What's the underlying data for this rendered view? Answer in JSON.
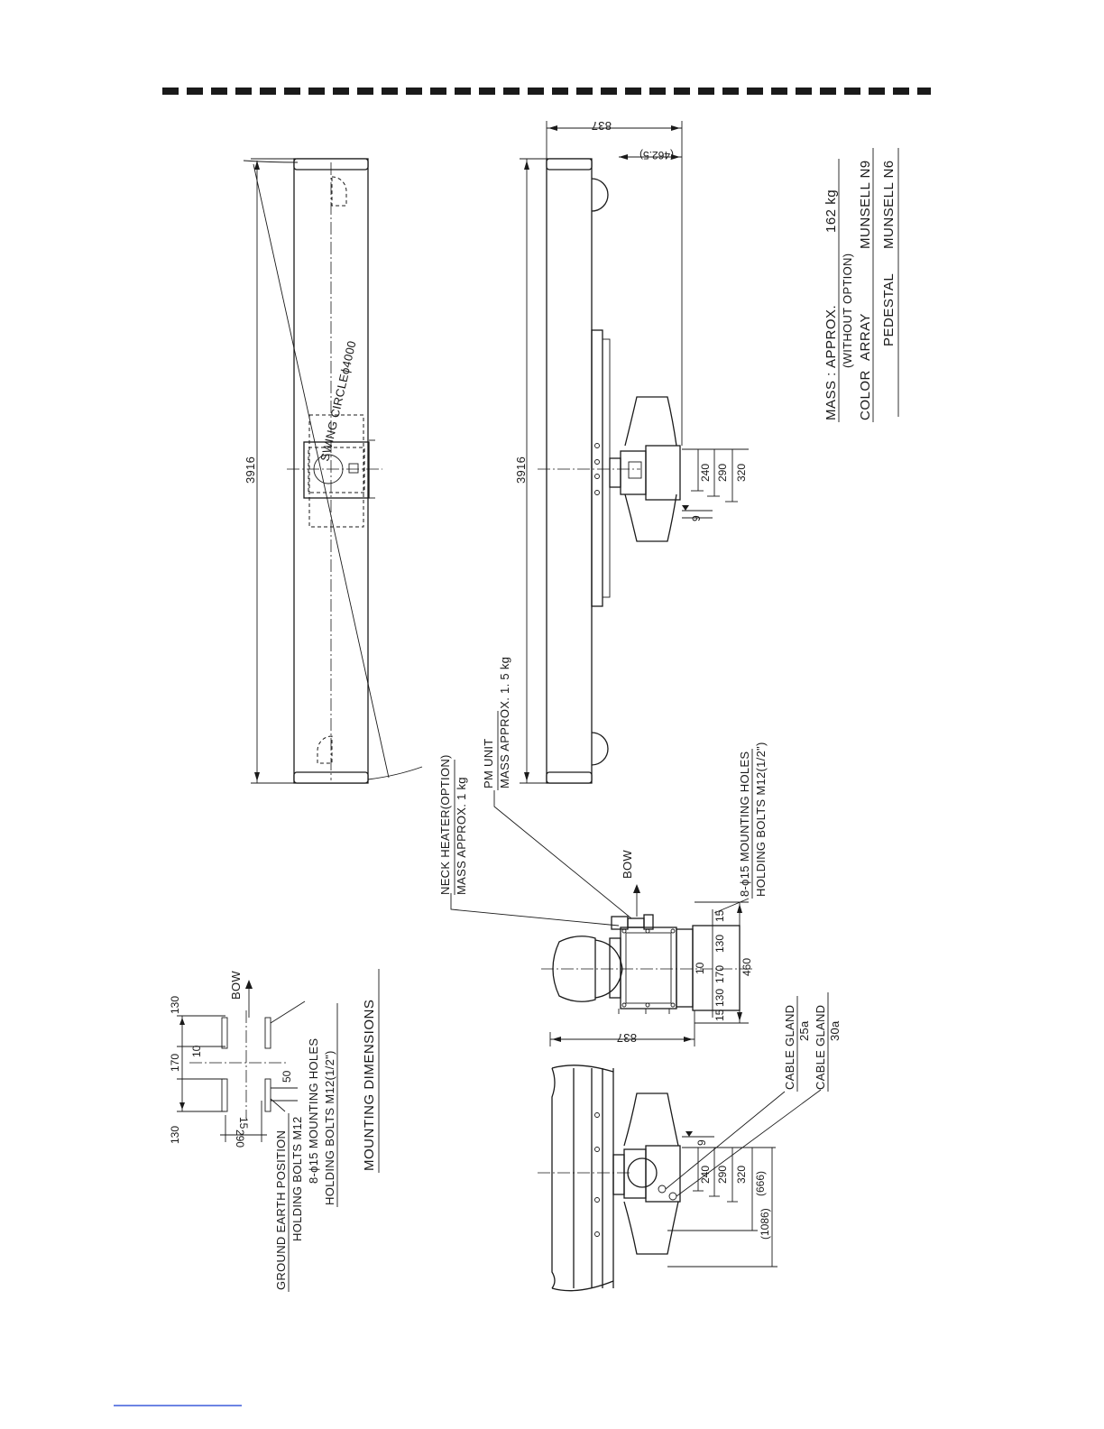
{
  "colors": {
    "ink": "#1a1a1a",
    "paper": "#ffffff",
    "footer_rule": "#3b5bdb"
  },
  "top_view": {
    "length": "3916",
    "swing_circle": "SWING CIRCLEϕ4000"
  },
  "side_view": {
    "length": "3916",
    "height": "837",
    "offset": "(462.5)",
    "dim_240": "240",
    "dim_290": "290",
    "dim_320": "320",
    "dim_9": "9"
  },
  "mass_notes": {
    "mass_label": "MASS :",
    "mass_text": "APPROX.",
    "mass_value": "162  kg",
    "without_option": "(WITHOUT OPTION)",
    "color_label": "COLOR",
    "array": "ARRAY",
    "array_color": "MUNSELL N9",
    "pedestal": "PEDESTAL",
    "pedestal_color": "MUNSELL N6"
  },
  "front_view": {
    "neck_heater": "NECK HEATER(OPTION)",
    "neck_heater_mass": "MASS APPROX. 1 kg",
    "pm_unit": "PM UNIT",
    "pm_unit_mass": "MASS APPROX. 1. 5 kg",
    "bow": "BOW",
    "mounting_holes": "8-ϕ15 MOUNTING HOLES",
    "holding_bolts": "HOLDING BOLTS M12(1/2\")",
    "dim_15a": "15",
    "dim_130a": "130",
    "dim_170": "170",
    "dim_10": "10",
    "dim_130b": "130",
    "dim_15b": "15",
    "dim_460": "460",
    "height": "837"
  },
  "mounting": {
    "bow": "BOW",
    "dim_130a": "130",
    "dim_170": "170",
    "dim_10": "10",
    "dim_130b": "130",
    "dim_50": "50",
    "dim_15": "15",
    "dim_290": "290",
    "ground_earth": "GROUND EARTH POSITION",
    "earth_bolts": "HOLDING BOLTS M12",
    "mounting_holes": "8-ϕ15 MOUNTING HOLES",
    "holding_bolts": "HOLDING BOLTS M12(1/2\")",
    "title": "MOUNTING DIMENSIONS"
  },
  "rear_view": {
    "cable_gland_1": "CABLE GLAND",
    "gland_1_size": "25a",
    "cable_gland_2": "CABLE GLAND",
    "gland_2_size": "30a",
    "dim_240": "240",
    "dim_290": "290",
    "dim_320": "320",
    "dim_666": "(666)",
    "dim_1086": "(1086)",
    "dim_9": "9"
  }
}
